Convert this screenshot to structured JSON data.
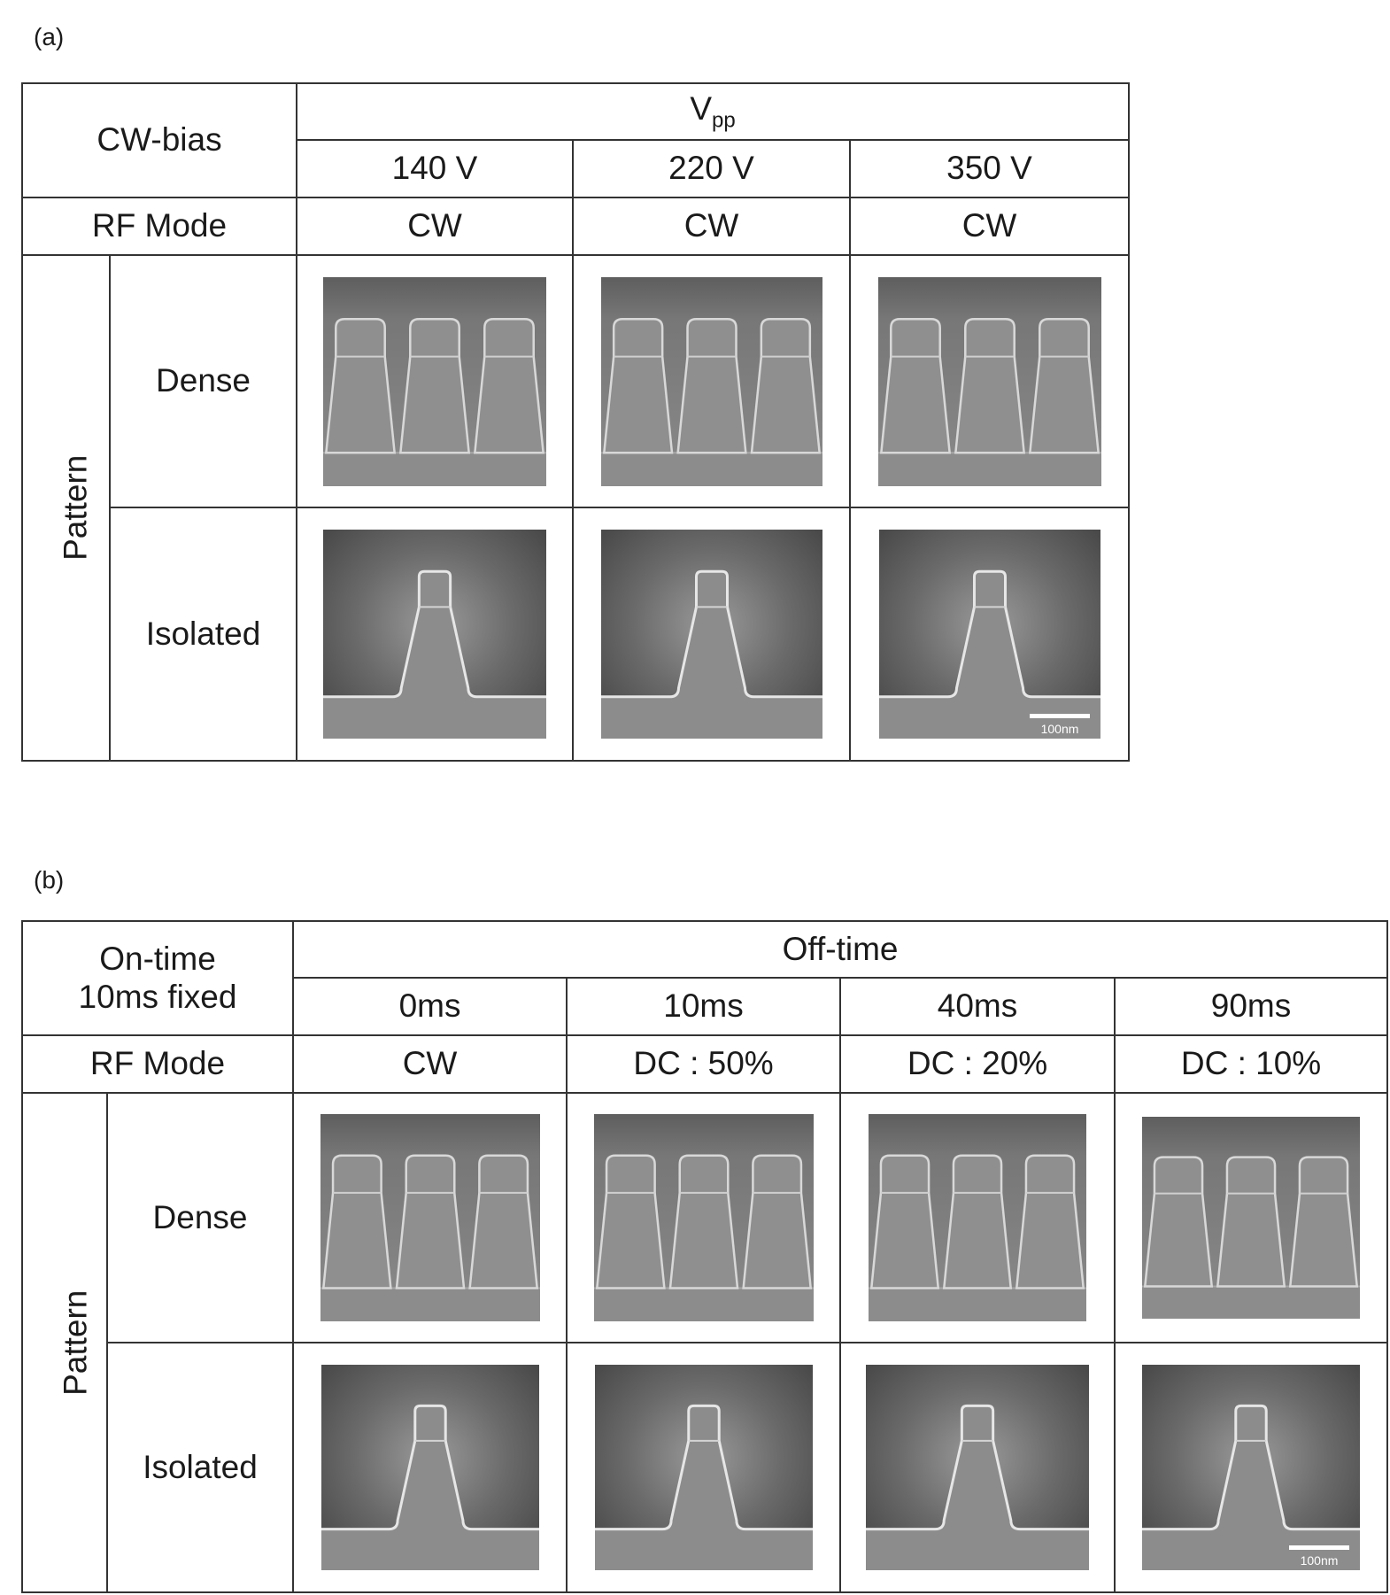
{
  "panel_a": {
    "label": "(a)",
    "corner": "CW-bias",
    "group_header_main": "V",
    "group_header_sub": "pp",
    "columns": [
      "140 V",
      "220 V",
      "350 V"
    ],
    "rf_mode_label": "RF Mode",
    "rf_modes": [
      "CW",
      "CW",
      "CW"
    ],
    "pattern_label": "Pattern",
    "rows": [
      "Dense",
      "Isolated"
    ],
    "scale_bar": "100nm"
  },
  "panel_b": {
    "label": "(b)",
    "corner_line1": "On-time",
    "corner_line2": "10ms fixed",
    "group_header": "Off-time",
    "columns": [
      "0ms",
      "10ms",
      "40ms",
      "90ms"
    ],
    "rf_mode_label": "RF Mode",
    "rf_modes": [
      "CW",
      "DC : 50%",
      "DC : 20%",
      "DC : 10%"
    ],
    "pattern_label": "Pattern",
    "rows": [
      "Dense",
      "Isolated"
    ],
    "scale_bar": "100nm"
  }
}
